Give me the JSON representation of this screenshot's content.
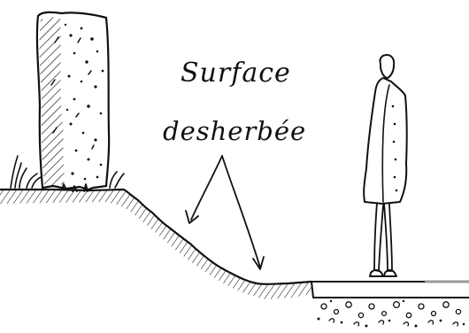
{
  "labels": {
    "line1": "Surface",
    "line2": "desherbée"
  },
  "colors": {
    "ink": "#111111",
    "paper": "#ffffff",
    "paving_edge": "#9a9a9a"
  },
  "icons": [
    "standing-stone",
    "person-silhouette",
    "grass-tuft",
    "hatched-ground",
    "gravel"
  ]
}
